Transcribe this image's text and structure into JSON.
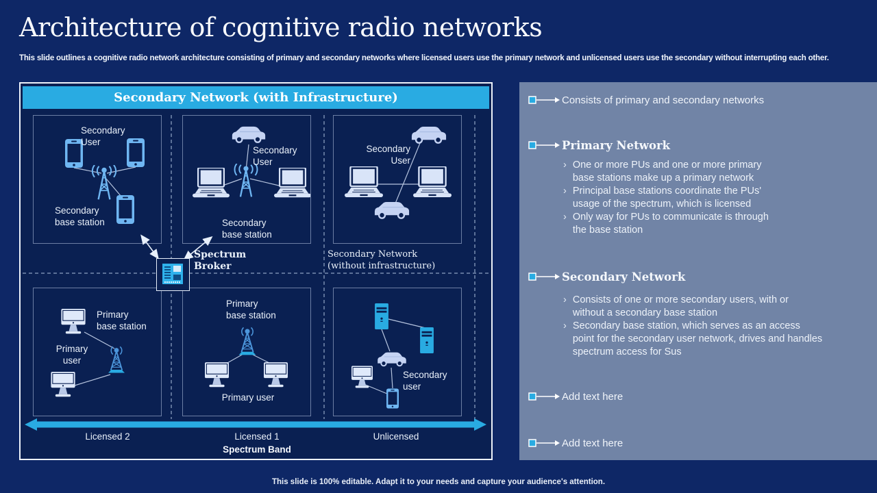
{
  "slide": {
    "title": "Architecture of cognitive radio networks",
    "subtitle": "This slide outlines a cognitive radio network architecture consisting of primary and secondary networks where licensed users use the primary network and unlicensed users use the secondary without interrupting each other.",
    "footer": "This slide is 100% editable. Adapt it to your needs and capture your audience's attention."
  },
  "diagram": {
    "header": "Secondary Network (with Infrastructure)",
    "cells": {
      "infra1": {
        "user": "Secondary\nUser",
        "station": "Secondary\nbase station"
      },
      "infra2": {
        "user": "Secondary\nUser",
        "station": "Secondary\nbase station"
      },
      "adhoc": {
        "user": "Secondary\nUser"
      },
      "primary1": {
        "station": "Primary\nbase station",
        "user": "Primary\nuser"
      },
      "primary2": {
        "station": "Primary\nbase station",
        "user": "Primary user"
      },
      "secondary_adhoc": {
        "user": "Secondary\nuser"
      }
    },
    "broker_label": "Spectrum\nBroker",
    "adhoc_caption": "Secondary Network\n(without infrastructure)",
    "band_labels": [
      "Licensed 2",
      "Licensed 1",
      "Unlicensed"
    ],
    "band_axis": "Spectrum Band"
  },
  "panel": {
    "point_marker": "›",
    "bullet1": "Consists of primary and secondary networks",
    "primary": {
      "title": "Primary Network",
      "points": [
        "One or more PUs and one or more primary\nbase stations make up a primary network",
        "Principal base stations coordinate the PUs'\nusage of the spectrum, which is licensed",
        "Only way for PUs to communicate is through\nthe base station"
      ]
    },
    "secondary": {
      "title": "Secondary Network",
      "points": [
        "Consists of one or more secondary users, with or\nwithout a secondary base station",
        "Secondary base station, which serves as an access\npoint for the secondary user network, drives and handles\nspectrum access for Sus"
      ]
    },
    "bullet2": "Add text here",
    "bullet3": "Add text here"
  },
  "icons": {
    "smartphone-icon": "rounded rect phone, light blue",
    "laptop-icon": "pale outline laptop",
    "desktop-icon": "pale desktop monitor",
    "car-icon": "pale minivan",
    "antenna-mast-icon": "light blue mast with radio waves",
    "radio-tower-icon": "blue lattice tower with waves and cyan base",
    "server-icon": "cyan server tower",
    "chip-icon": "cyan processor chip (spectrum broker)",
    "arrow-bullet-icon": "cyan square with arrow line",
    "spectrum-double-arrow-icon": "cyan double-headed band arrow"
  },
  "colors": {
    "slide_bg": "#0E2766",
    "diagram_bg": "#0A2052",
    "accent_cyan": "#29ABE2",
    "panel_bg": "#7184A6",
    "icon_light_blue": "#6FB6F2",
    "icon_pale": "#D9E4F8",
    "car_fill": "#C5D3F3",
    "tower_blue": "#4C96DC",
    "text_light": "#F0F4FA"
  }
}
